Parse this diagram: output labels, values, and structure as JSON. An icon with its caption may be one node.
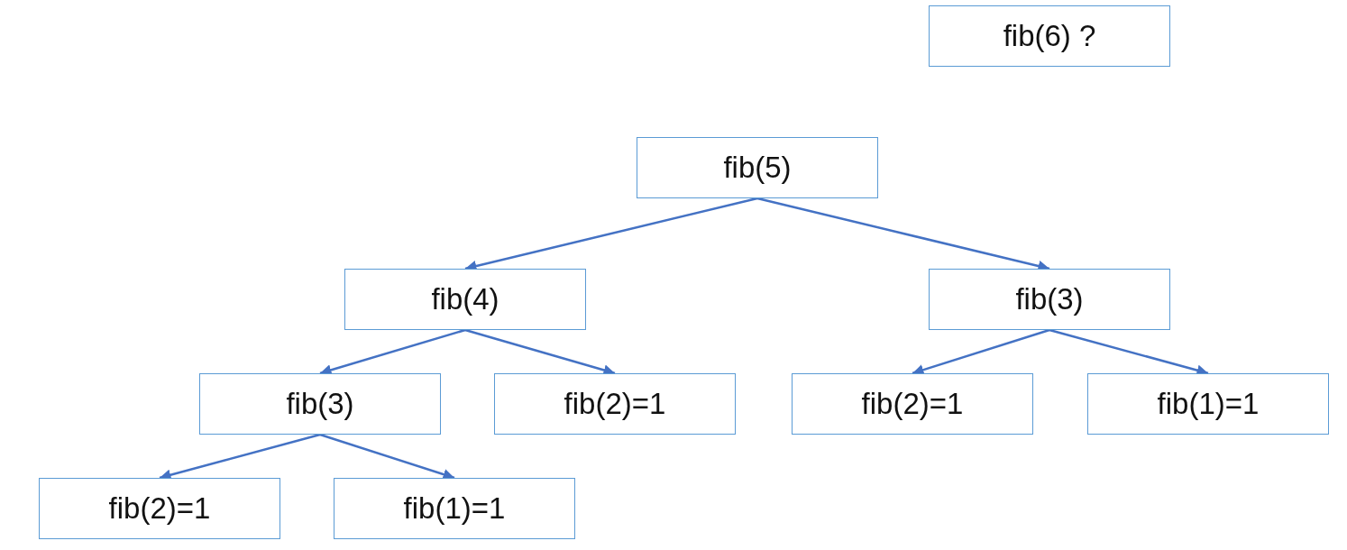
{
  "diagram": {
    "nodes": [
      {
        "text": [
          "fib(6) ?"
        ]
      },
      {
        "text": [
          "fib(5)"
        ]
      },
      {
        "text": [
          "fib(4)"
        ]
      },
      {
        "text": [
          "fib(3)"
        ]
      },
      {
        "text": [
          "fib(3)"
        ]
      },
      {
        "text": [
          "fib(2)=1"
        ]
      },
      {
        "text": [
          "fib(2)=1"
        ]
      },
      {
        "text": [
          "fib(1)=1"
        ]
      },
      {
        "text": [
          "fib(2)=1"
        ]
      },
      {
        "text": [
          "fib(1)=1"
        ]
      }
    ],
    "edges": [
      {
        "from": 1,
        "to": 2,
        "arrow": "to"
      },
      {
        "from": 1,
        "to": 3,
        "arrow": "to"
      },
      {
        "from": 2,
        "to": 4,
        "arrow": "to"
      },
      {
        "from": 2,
        "to": 5,
        "arrow": "to"
      },
      {
        "from": 3,
        "to": 6,
        "arrow": "to"
      },
      {
        "from": 3,
        "to": 7,
        "arrow": "to"
      },
      {
        "from": 4,
        "to": 8,
        "arrow": "to"
      },
      {
        "from": 4,
        "to": 9,
        "arrow": "to"
      }
    ]
  }
}
